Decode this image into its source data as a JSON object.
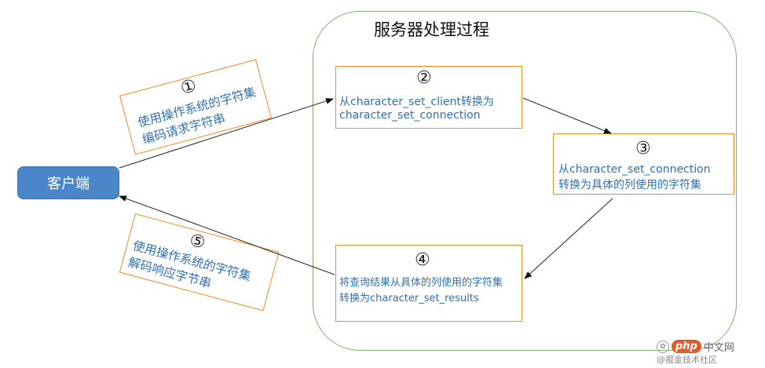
{
  "server": {
    "title": "服务器处理过程"
  },
  "client": {
    "label": "客户端"
  },
  "steps": {
    "step1": {
      "number": "①",
      "line1": "使用操作系统的字符集",
      "line2": "编码请求字符串"
    },
    "step2": {
      "number": "②",
      "line1": "从character_set_client转换为",
      "line2": "character_set_connection"
    },
    "step3": {
      "number": "③",
      "line1": "从character_set_connection",
      "line2": "转换为具体的列使用的字符集"
    },
    "step4": {
      "number": "④",
      "line1": "将查询结果从具体的列使用的字符集",
      "line2": "转换为character_set_results"
    },
    "step5": {
      "number": "⑤",
      "line1": "使用操作系统的字符集",
      "line2": "解码响应字节串"
    }
  },
  "watermark": {
    "brand": "php",
    "text": "中文网",
    "site": "@掘金技术社区"
  },
  "colors": {
    "box_border": "#f08a24",
    "server_border": "#7fb069",
    "text_blue": "#2f6fb3",
    "client_fill": "#4a86c8"
  }
}
